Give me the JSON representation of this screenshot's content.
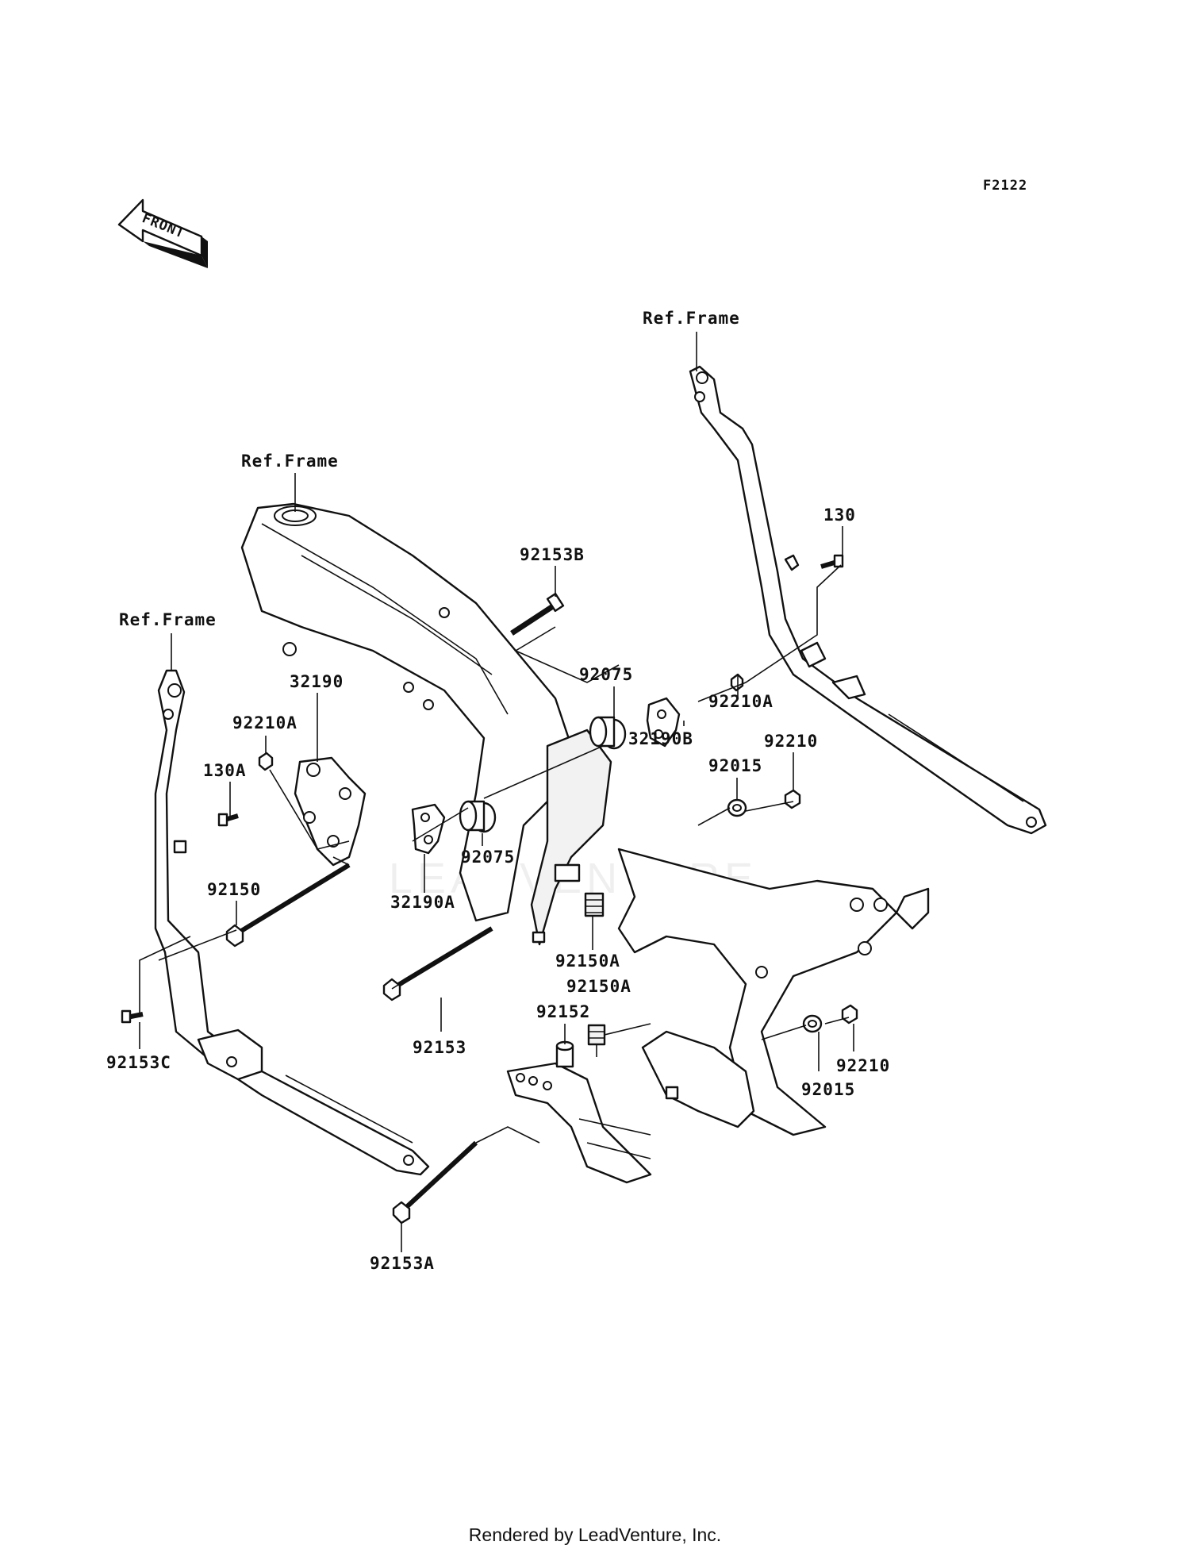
{
  "figure_code": "F2122",
  "front_arrow_label": "FRONT",
  "watermark": "LEADVENTURE",
  "footer": "Rendered by LeadVenture, Inc.",
  "ref_labels": [
    "Ref.Frame",
    "Ref.Frame",
    "Ref.Frame"
  ],
  "parts": {
    "p92153B": "92153B",
    "p130": "130",
    "p92075_upper": "92075",
    "p32190": "32190",
    "p92210A_left": "92210A",
    "p130A": "130A",
    "p92210A_right": "92210A",
    "p32190B": "32190B",
    "p92210_upper": "92210",
    "p92015_upper": "92015",
    "p92075_lower": "92075",
    "p92150": "92150",
    "p32190A": "32190A",
    "p92150A_upper": "92150A",
    "p92150A_lower": "92150A",
    "p92152": "92152",
    "p92153": "92153",
    "p92153C": "92153C",
    "p92015_lower": "92015",
    "p92210_lower": "92210",
    "p92153A": "92153A"
  }
}
